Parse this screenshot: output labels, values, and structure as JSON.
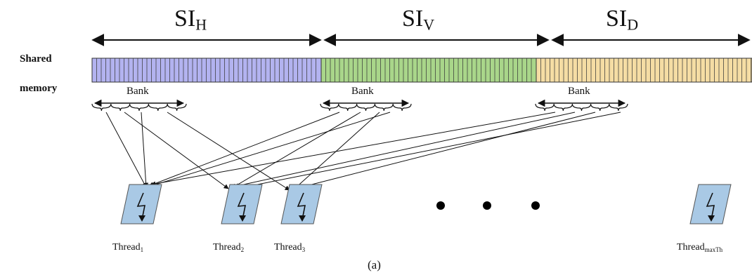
{
  "segments": [
    {
      "main": "SI",
      "sub": "H",
      "fill": "#b3b3f0"
    },
    {
      "main": "SI",
      "sub": "V",
      "fill": "#a9d68a"
    },
    {
      "main": "SI",
      "sub": "D",
      "fill": "#f5dda4"
    }
  ],
  "memory_label": {
    "line1": "Shared",
    "line2": "memory"
  },
  "bank_label": "Bank",
  "threads": [
    {
      "main": "Thread",
      "sub": "1"
    },
    {
      "main": "Thread",
      "sub": "2"
    },
    {
      "main": "Thread",
      "sub": "3"
    },
    {
      "main": "Thread",
      "sub": "maxTh"
    }
  ],
  "caption": "(a)",
  "colors": {
    "thread_fill": "#a9c9e5",
    "stroke": "#222222"
  },
  "icons": {
    "thread": "thread-lightning-icon",
    "ellipsis": "ellipsis-dots-icon"
  }
}
